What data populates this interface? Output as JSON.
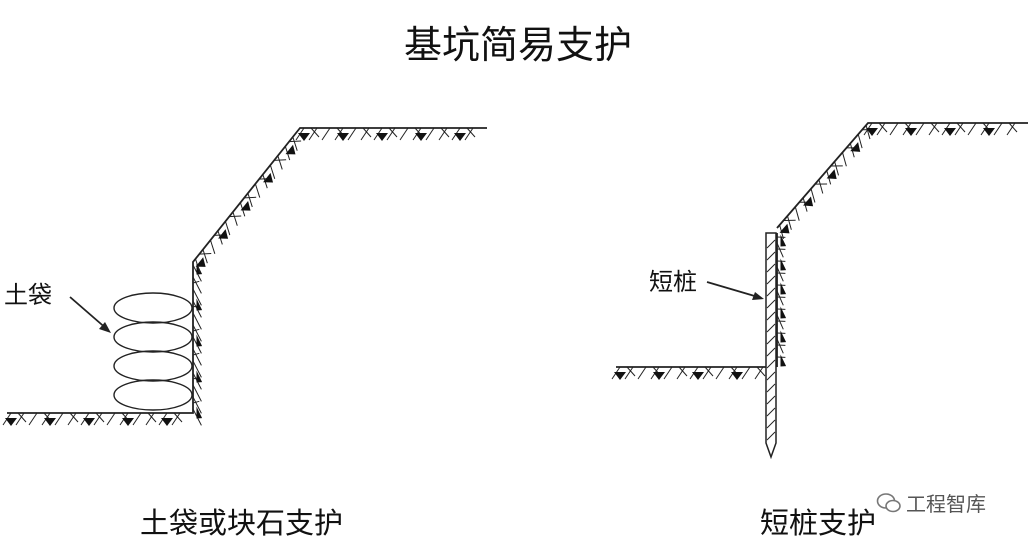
{
  "title": "基坑简易支护",
  "left_figure": {
    "caption": "土袋或块石支护",
    "label": "土袋"
  },
  "right_figure": {
    "caption": "短桩支护",
    "label": "短桩"
  },
  "watermark": {
    "icon": "wechat-icon",
    "text": "工程智库"
  },
  "colors": {
    "line": "#222222",
    "text": "#111111"
  }
}
